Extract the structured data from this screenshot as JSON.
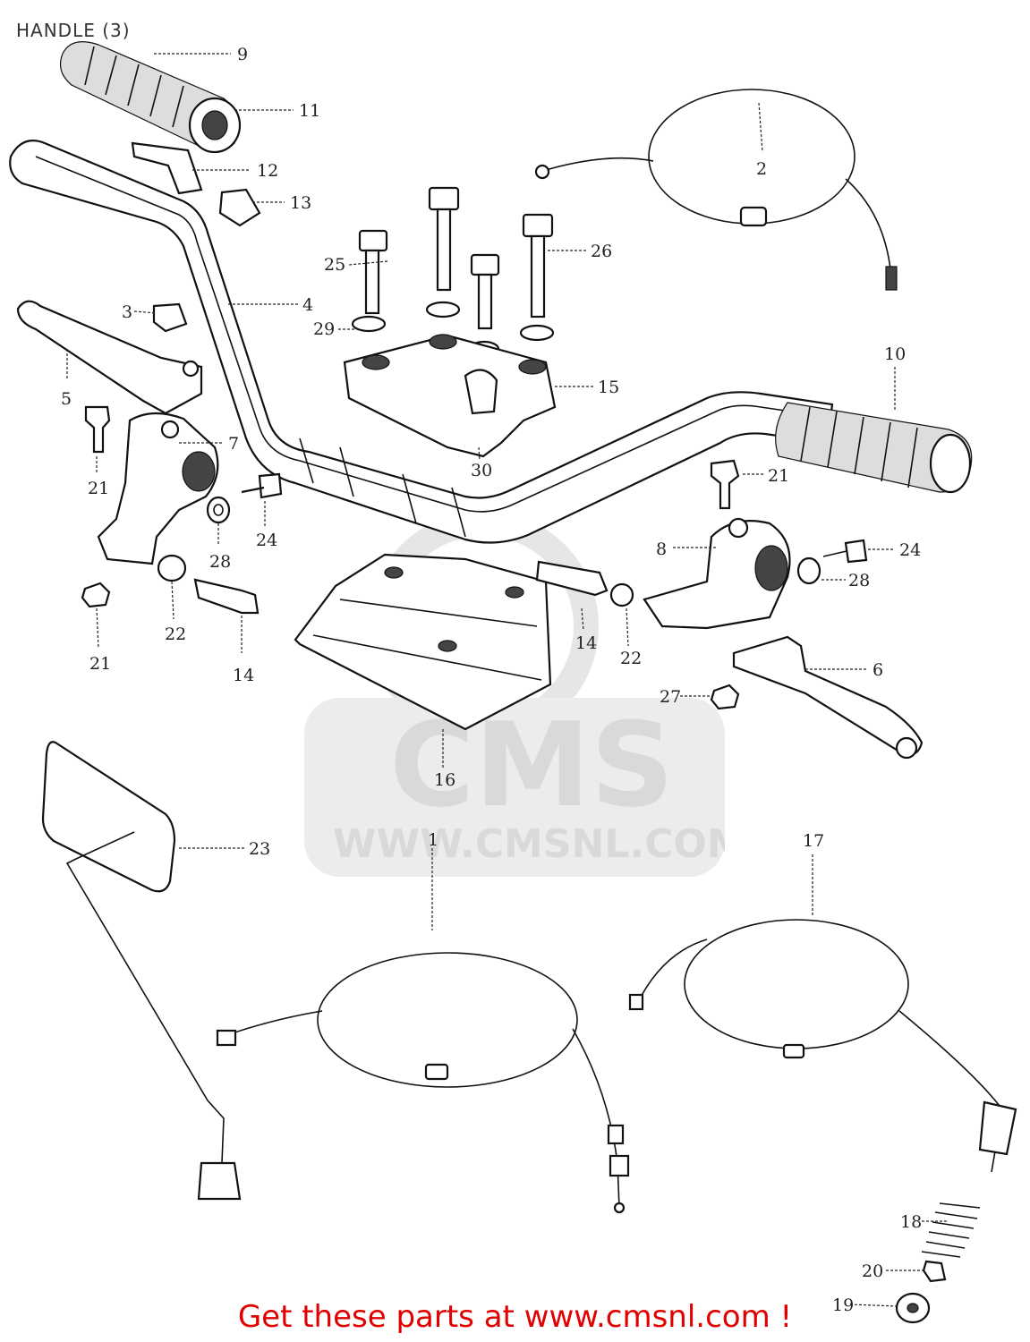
{
  "title": "HANDLE (3)",
  "watermark": {
    "url": "WWW.CMSNL.COM",
    "brand": "CMS"
  },
  "footer": "Get these parts at www.cmsnl.com !",
  "callouts": {
    "c1": "1",
    "c2": "2",
    "c3": "3",
    "c4": "4",
    "c5": "5",
    "c6": "6",
    "c7": "7",
    "c8": "8",
    "c9": "9",
    "c10": "10",
    "c11": "11",
    "c12": "12",
    "c13": "13",
    "c14a": "14",
    "c14b": "14",
    "c15": "15",
    "c16": "16",
    "c17": "17",
    "c18": "18",
    "c19": "19",
    "c20": "20",
    "c21a": "21",
    "c21b": "21",
    "c21c": "21",
    "c22a": "22",
    "c22b": "22",
    "c23": "23",
    "c24a": "24",
    "c24b": "24",
    "c25": "25",
    "c26": "26",
    "c27": "27",
    "c28a": "28",
    "c28b": "28",
    "c29": "29",
    "c30": "30"
  },
  "colors": {
    "footer": "#e00000",
    "watermark": "#d9d9d9",
    "line": "#111111"
  }
}
